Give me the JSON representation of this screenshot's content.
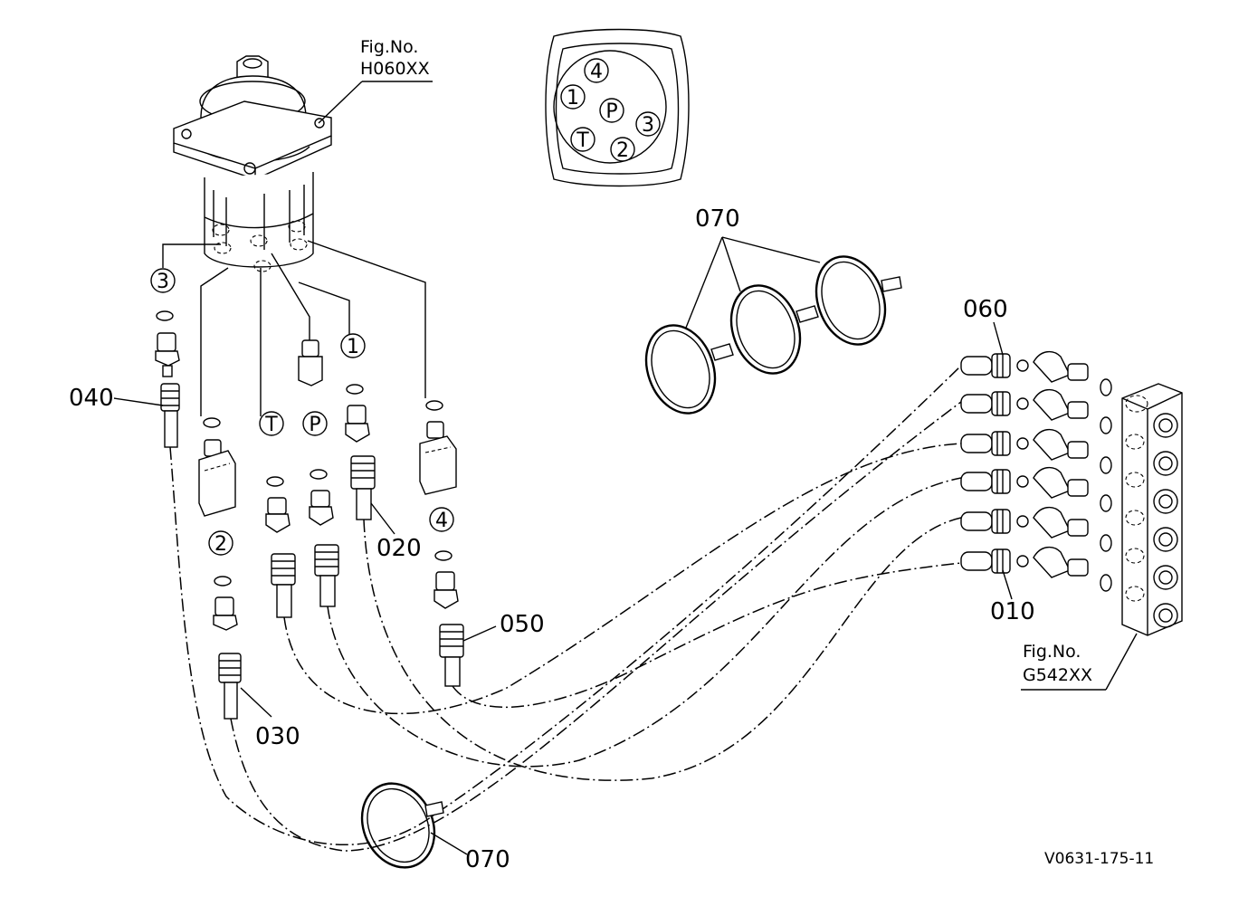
{
  "callouts": {
    "p010": "010",
    "p020": "020",
    "p030": "030",
    "p040": "040",
    "p050": "050",
    "p060": "060",
    "p070_top": "070",
    "p070_bottom": "070"
  },
  "figure_refs": {
    "pilot_valve": {
      "line1": "Fig.No.",
      "line2": "H060XX"
    },
    "control_valve": {
      "line1": "Fig.No.",
      "line2": "G542XX"
    }
  },
  "port_face": {
    "ports": [
      "4",
      "1",
      "P",
      "3",
      "T",
      "2"
    ]
  },
  "port_markers": {
    "m3": "3",
    "m1": "1",
    "mT": "T",
    "mP": "P",
    "m2": "2",
    "m4": "4"
  },
  "drawing_number": "V0631-175-11"
}
